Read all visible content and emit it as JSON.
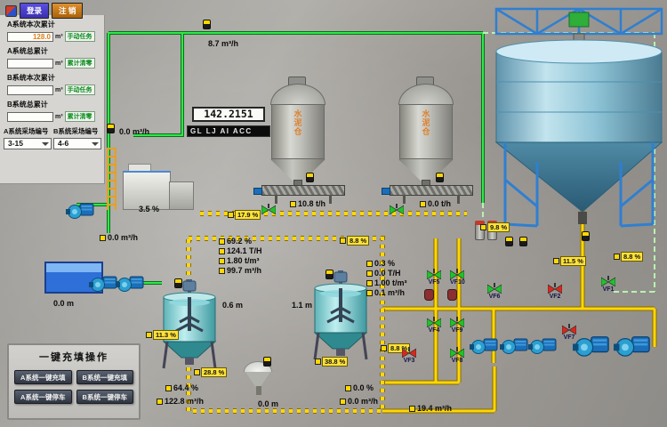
{
  "colors": {
    "open": "#1fc32a",
    "closed": "#d42a1e",
    "pipe_slurry": "#ffd800",
    "pipe_water": "#2ee84a"
  },
  "auth": {
    "login": "登录",
    "logout": "注 销"
  },
  "left_panel": {
    "rows": [
      {
        "label": "A系统本次累计",
        "value": "128.0",
        "unit": "m³",
        "button": "手动任务"
      },
      {
        "label": "A系统总累计",
        "value": "",
        "unit": "m³",
        "button": "累计清零"
      },
      {
        "label": "B系统本次累计",
        "value": "",
        "unit": "m³",
        "button": "手动任务"
      },
      {
        "label": "B系统总累计",
        "value": "",
        "unit": "m³",
        "button": "累计清零"
      }
    ],
    "site_a_label": "A系统采场编号",
    "site_b_label": "B系统采场编号",
    "site_a_value": "3-15",
    "site_b_value": "4-6"
  },
  "acc": {
    "value": "142.2151",
    "tag": "GL LJ AI ACC"
  },
  "ops": {
    "title": "一键充填操作",
    "buttons": [
      "A系统一键充填",
      "B系统一键充填",
      "A系统一键停车",
      "B系统一键停车"
    ]
  },
  "silos": [
    {
      "label": "水泥仓"
    },
    {
      "label": "水泥仓"
    }
  ],
  "values": {
    "top_flow": "8.7 m³/h",
    "left_flow_upper": "0.0 m³/h",
    "prep_tank_level": "3.5 %",
    "left_flow_lower": "0.0 m³/h",
    "pool_level": "0.0 m",
    "conveyor_a": "10.8 t/h",
    "conveyor_b": "0.0 t/h",
    "a_concentration": "69.2 %",
    "a_feed": "124.1 T/H",
    "a_density": "1.80 t/m³",
    "a_flow": "99.7 m³/h",
    "tank_a_level": "0.6 m",
    "tank_b_level": "1.1 m",
    "b_concentration": "0.3 %",
    "b_feed": "0.0 T/H",
    "b_density": "1.00 t/m³",
    "b_flow": "0.1 m³/h",
    "a_out_concentration": "64.4 %",
    "a_out_flow": "122.8 m³/h",
    "hopper_level": "0.0 m",
    "b_out_concentration": "0.0 %",
    "b_out_flow": "0.0 m³/h",
    "return_flow": "19.4 m³/h"
  },
  "badges": [
    {
      "id": "bd1",
      "text": "17.9 %"
    },
    {
      "id": "bd2",
      "text": "8.8 %"
    },
    {
      "id": "bd3",
      "text": "11.3 %"
    },
    {
      "id": "bd4",
      "text": "28.8 %"
    },
    {
      "id": "bd5",
      "text": "38.8 %"
    },
    {
      "id": "bd6",
      "text": "8.8 %"
    },
    {
      "id": "bd7",
      "text": "9.8 %"
    },
    {
      "id": "bd8",
      "text": "11.5 %"
    },
    {
      "id": "bd9",
      "text": "8.8 %"
    }
  ],
  "valves": [
    {
      "id": "vf5",
      "label": "VF5",
      "state": "open"
    },
    {
      "id": "vf10",
      "label": "VF10",
      "state": "open"
    },
    {
      "id": "vf4",
      "label": "VF4",
      "state": "open"
    },
    {
      "id": "vf9",
      "label": "VF9",
      "state": "open"
    },
    {
      "id": "vf3",
      "label": "VF3",
      "state": "closed"
    },
    {
      "id": "vf8",
      "label": "VF8",
      "state": "open"
    },
    {
      "id": "vf6",
      "label": "VF6",
      "state": "open"
    },
    {
      "id": "vf2",
      "label": "VF2",
      "state": "closed"
    },
    {
      "id": "vf1",
      "label": "VF1",
      "state": "open"
    },
    {
      "id": "vf7",
      "label": "VF7",
      "state": "closed"
    },
    {
      "id": "cv1",
      "label": "",
      "state": "open"
    },
    {
      "id": "cv2",
      "label": "",
      "state": "open"
    }
  ]
}
